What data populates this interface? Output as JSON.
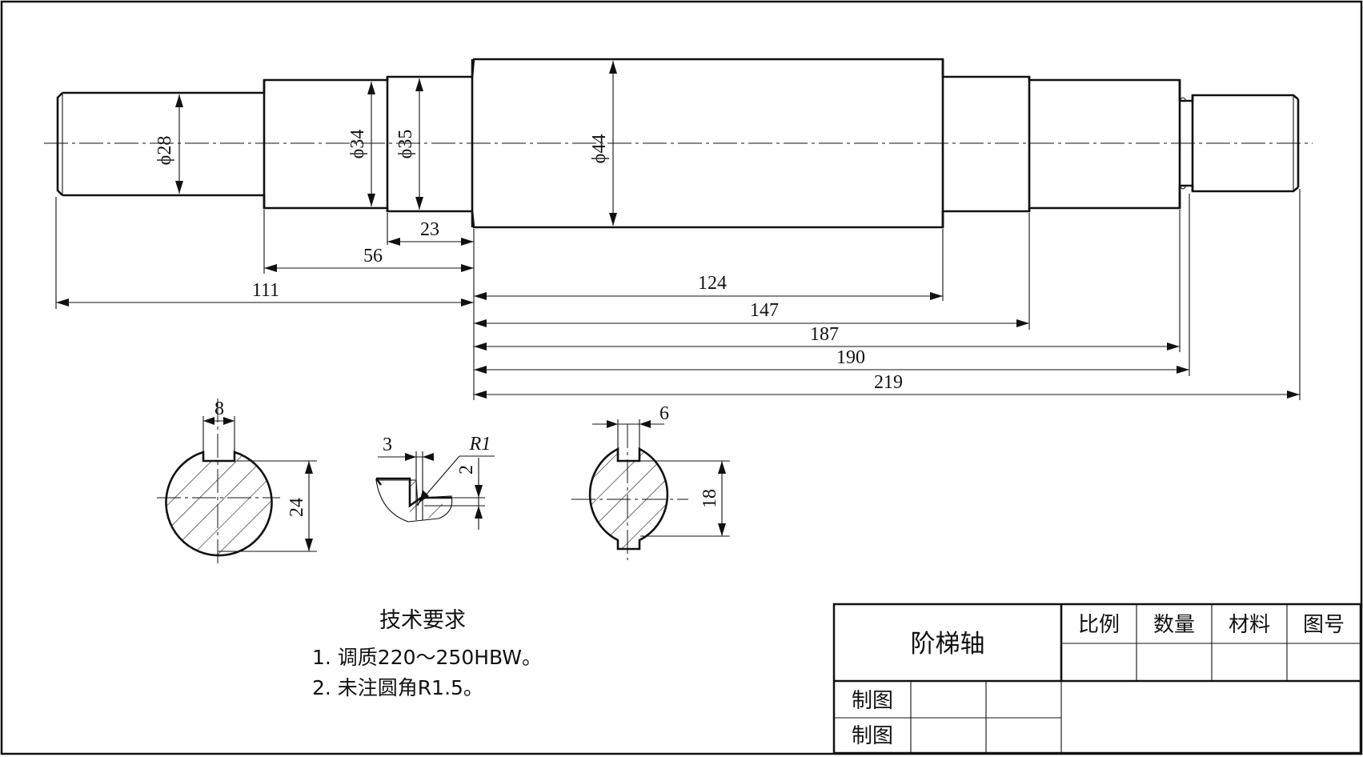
{
  "part_name": "阶梯轴",
  "dimensions": {
    "dia_28": "ϕ28",
    "dia_34": "ϕ34",
    "dia_35": "ϕ35",
    "dia_44": "ϕ44",
    "len_23": "23",
    "len_56": "56",
    "len_111": "111",
    "len_124": "124",
    "len_147": "147",
    "len_187": "187",
    "len_190": "190",
    "len_219": "219"
  },
  "sections": {
    "left_keyway_width": "8",
    "left_keyway_depth": "24",
    "groove_width": "3",
    "groove_radius": "R1",
    "groove_depth": "2",
    "right_keyway_width": "6",
    "right_keyway_depth": "18"
  },
  "tech_requirements": {
    "title": "技术要求",
    "items": [
      "1. 调质220～250HBW。",
      "2. 未注圆角R1.5。"
    ]
  },
  "title_block": {
    "headers": [
      "比例",
      "数量",
      "材料",
      "图号"
    ],
    "row_labels": [
      "制图",
      "制图"
    ]
  }
}
